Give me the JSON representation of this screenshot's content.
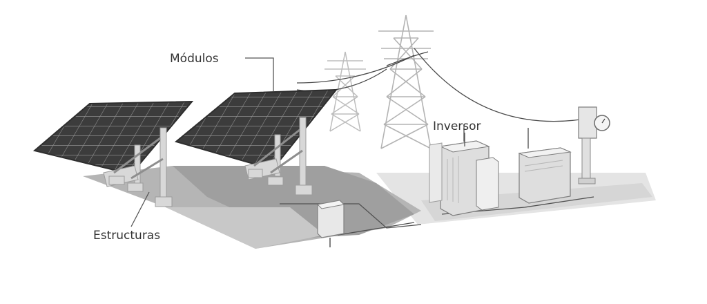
{
  "labels": {
    "modulos": "Módulos",
    "inversor": "Inversor",
    "estructuras": "Estructuras"
  },
  "colors": {
    "panel_face": "#3f3f3f",
    "panel_grid": "#8a8a8a",
    "ground_dark": "#a9a9a9",
    "ground_mid": "#c4c4c4",
    "ground_light": "#e3e3e3",
    "equipment": "#dcdcdc",
    "wire": "#5a5a5a"
  }
}
